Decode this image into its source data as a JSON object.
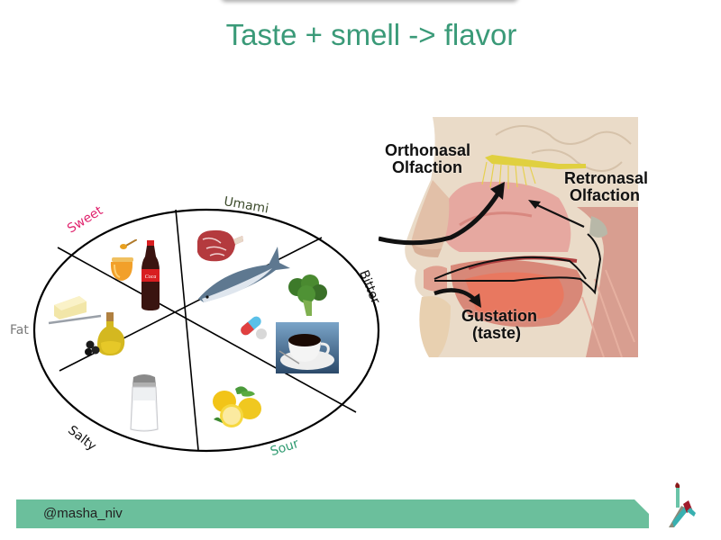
{
  "slide": {
    "title": "Taste + smell -> flavor",
    "footer": {
      "handle": "@masha_niv",
      "bar_color": "#6bbf9c"
    },
    "title_color": "#3a9a78"
  },
  "taste_wheel": {
    "segments": [
      {
        "label": "Sweet",
        "color": "#e0246e",
        "foods": [
          "honey-jar",
          "cola-bottle"
        ]
      },
      {
        "label": "Umami",
        "color": "#3b4a2a",
        "foods": [
          "steak",
          "tuna-fish"
        ]
      },
      {
        "label": "Bitter",
        "color": "#111111",
        "foods": [
          "broccoli",
          "pills",
          "coffee-cup"
        ]
      },
      {
        "label": "Sour",
        "color": "#2e9a70",
        "foods": [
          "lemons"
        ]
      },
      {
        "label": "Salty",
        "color": "#111111",
        "foods": [
          "salt-shaker"
        ]
      },
      {
        "label": "Fat",
        "color": "#7a7a7a",
        "foods": [
          "butter",
          "olive-oil"
        ]
      }
    ]
  },
  "anatomy_diagram": {
    "labels": {
      "orthonasal_line1": "Orthonasal",
      "orthonasal_line2": "Olfaction",
      "retronasal_line1": "Retronasal",
      "retronasal_line2": "Olfaction",
      "gustation_line1": "Gustation",
      "gustation_line2": "(taste)"
    }
  }
}
